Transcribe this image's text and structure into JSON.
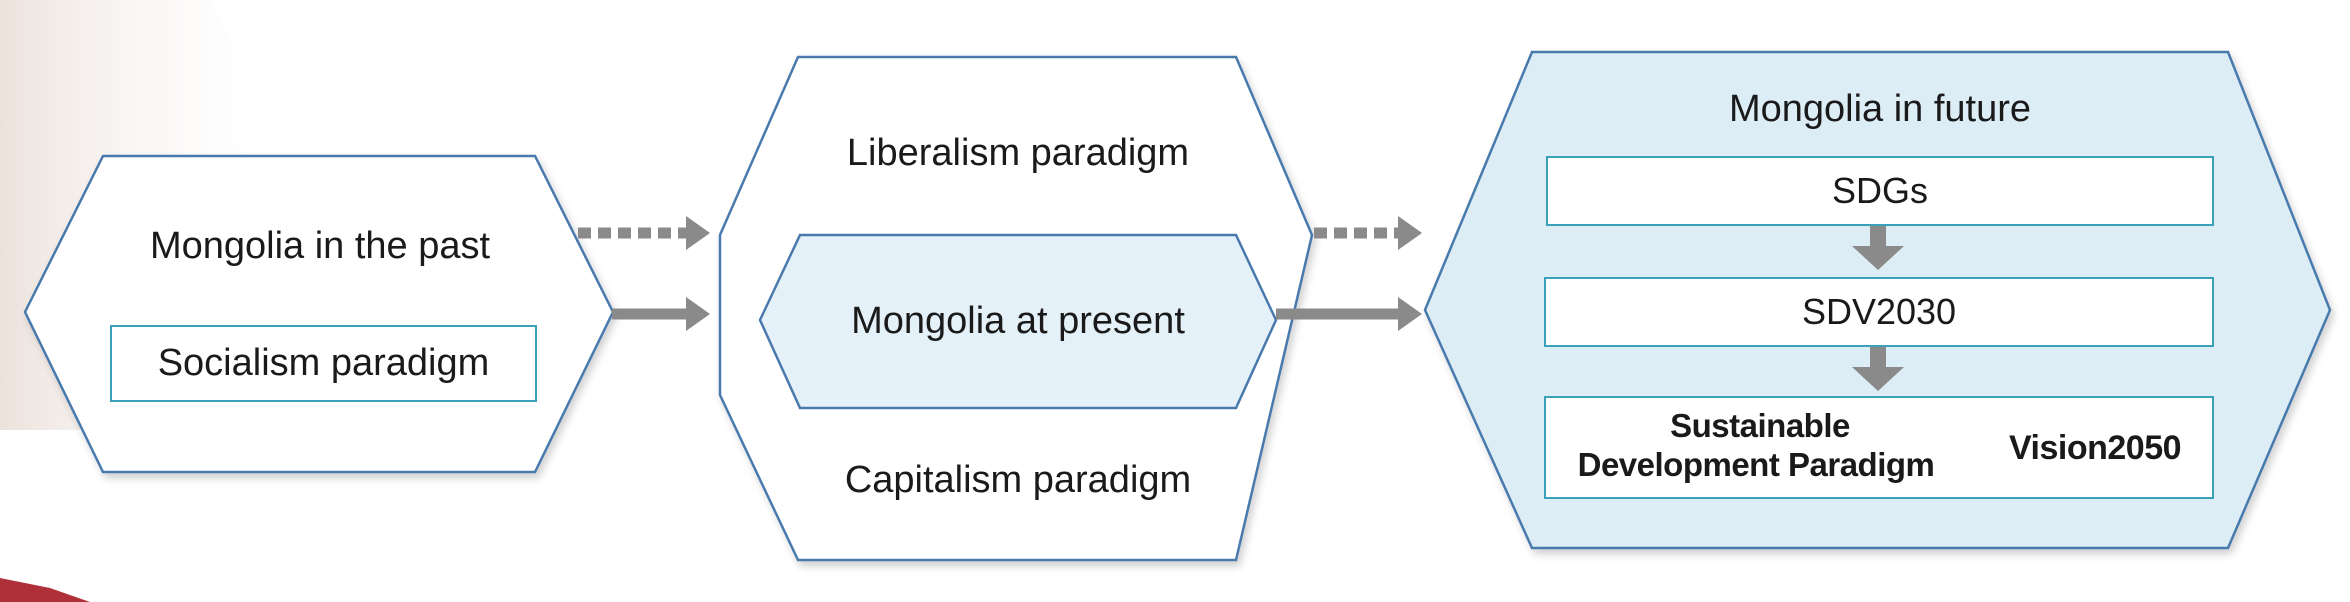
{
  "colors": {
    "hexagon_stroke": "#4a7aad",
    "future_fill": "#dcedf6",
    "present_fill": "#e4f1f8",
    "box_border": "#3aa1b8",
    "arrow": "#8a8a8a",
    "corner_accent": "#b0303a"
  },
  "past": {
    "title": "Mongolia in the past",
    "paradigm": "Socialism paradigm"
  },
  "present": {
    "top": "Liberalism paradigm",
    "center": "Mongolia at present",
    "bottom": "Capitalism paradigm"
  },
  "future": {
    "title": "Mongolia in future",
    "sdgs": "SDGs",
    "sdv": "SDV2030",
    "sdp_line1": "Sustainable",
    "sdp_line2": "Development Paradigm",
    "vision": "Vision2050"
  },
  "connectors": [
    {
      "from": "past",
      "to": "present",
      "style": "dotted"
    },
    {
      "from": "past",
      "to": "present",
      "style": "solid"
    },
    {
      "from": "present",
      "to": "future",
      "style": "dotted"
    },
    {
      "from": "present",
      "to": "future",
      "style": "solid"
    },
    {
      "from": "sdgs",
      "to": "sdv2030",
      "style": "solid"
    },
    {
      "from": "sdv2030",
      "to": "sustainable-development-paradigm",
      "style": "solid"
    }
  ]
}
